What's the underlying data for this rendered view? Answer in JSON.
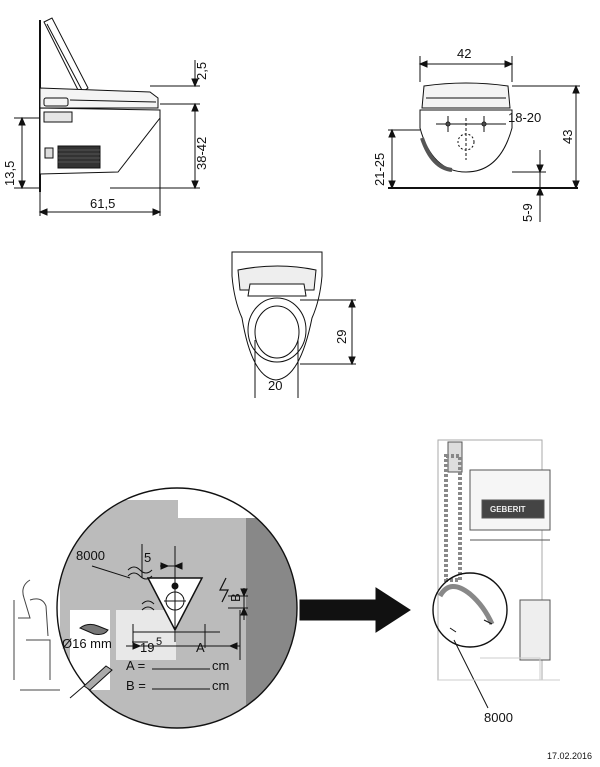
{
  "side_view": {
    "dim_top_gap": "2,5",
    "dim_height": "38-42",
    "dim_left": "13,5",
    "dim_depth": "61,5"
  },
  "front_view": {
    "dim_width": "42",
    "dim_height": "43",
    "dim_inlet_span": "18-20",
    "dim_bottom": "21-25",
    "dim_floor": "5-9"
  },
  "top_view": {
    "dim_seat_depth": "29",
    "dim_width": "20"
  },
  "detail": {
    "code": "8000",
    "dim_offset": "5",
    "diameter_label": "Ø16 mm",
    "dim_19_base": "19",
    "dim_19_sup": "5",
    "label_a": "A",
    "label_b": "B",
    "row_a_prefix": "A =",
    "row_b_prefix": "B =",
    "unit": "cm",
    "brand": "GEBERIT"
  },
  "install": {
    "code": "8000"
  },
  "footer": {
    "date": "17.02.2016"
  }
}
